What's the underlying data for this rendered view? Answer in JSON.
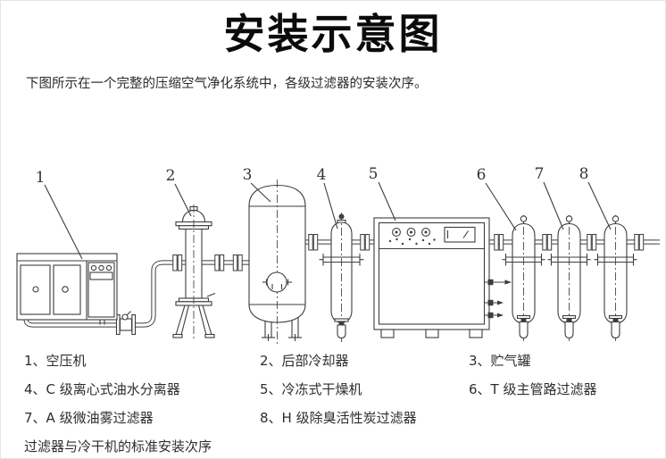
{
  "page": {
    "title": "安装示意图",
    "subtitle": "下图所示在一个完整的压缩空气净化系统中，各级过滤器的安装次序。"
  },
  "diagram": {
    "line_color": "#3d3d3d",
    "callouts": [
      "1",
      "2",
      "3",
      "4",
      "5",
      "6",
      "7",
      "8"
    ]
  },
  "legend": {
    "items": [
      "1、空压机",
      "2、后部冷却器",
      "3、贮气罐",
      "4、C 级离心式油水分离器",
      "5、冷冻式干燥机",
      "6、T 级主管路过滤器",
      "7、A 级微油雾过滤器",
      "8、H 级除臭活性炭过滤器"
    ],
    "footer": "过滤器与冷干机的标准安装次序"
  }
}
